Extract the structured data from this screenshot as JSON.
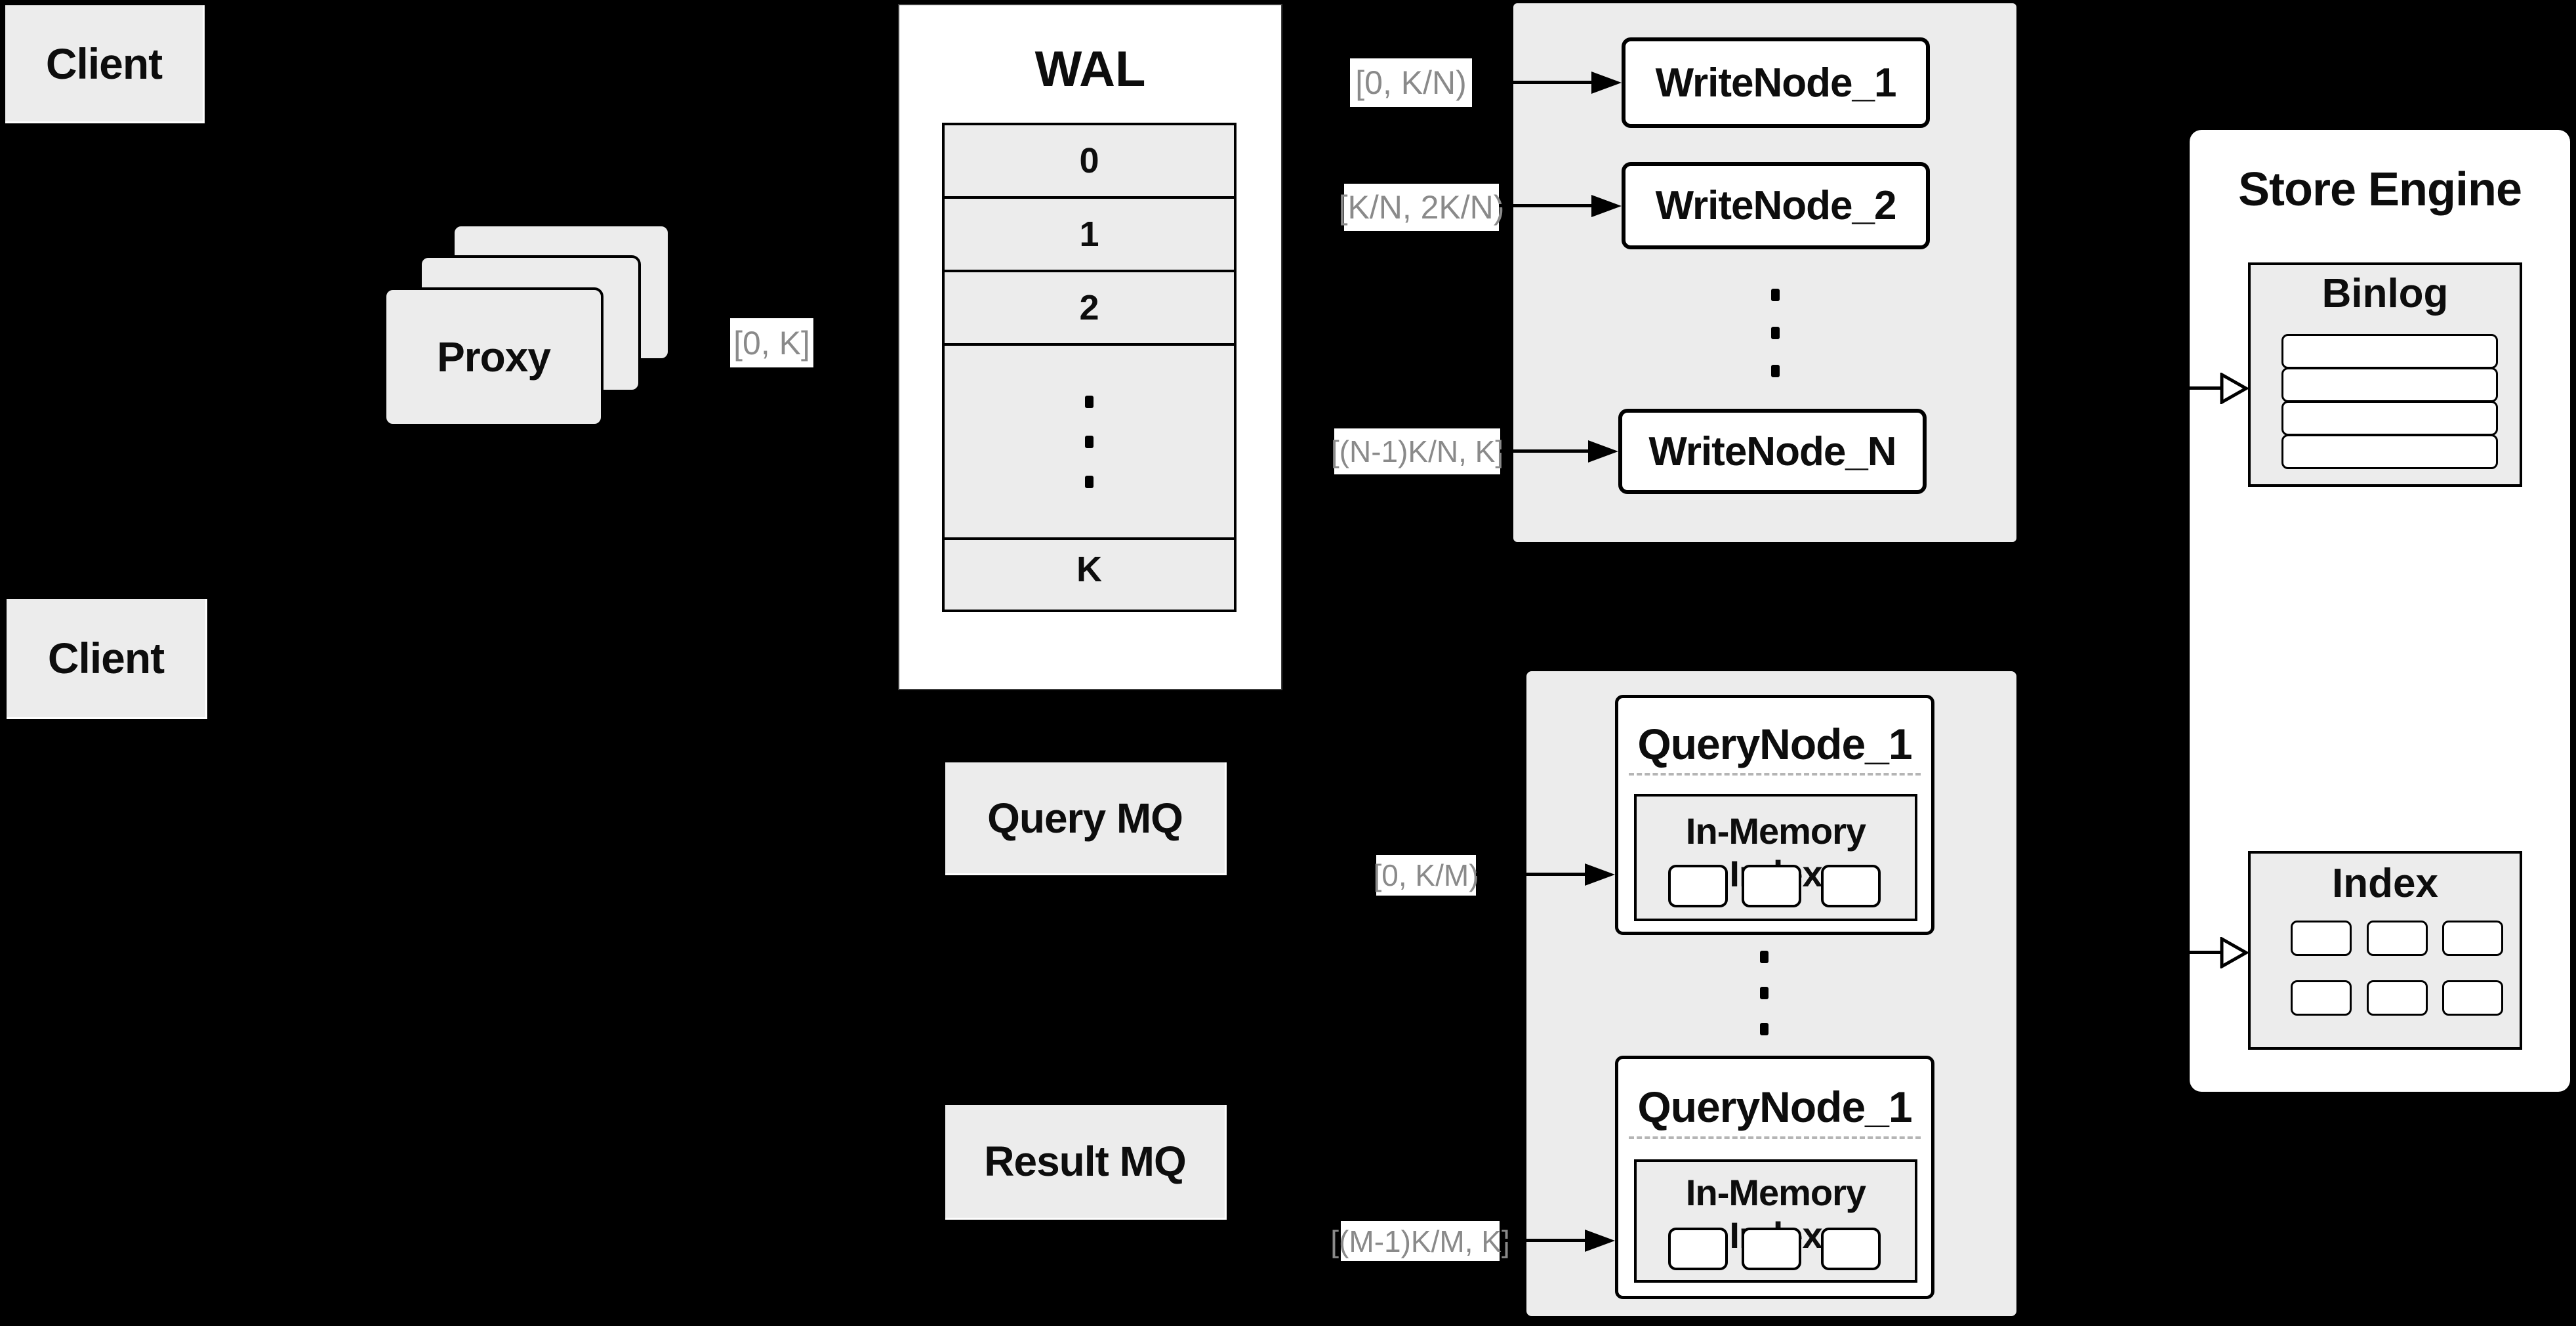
{
  "diagram": {
    "clients": {
      "top": "Client",
      "bottom": "Client"
    },
    "proxy": {
      "label": "Proxy"
    },
    "wal": {
      "title": "WAL",
      "row_labels": [
        "0",
        "1",
        "2"
      ],
      "bottom_label": "K"
    },
    "range_labels": {
      "proxy_to_wal": "[0, K]",
      "write_1": "[0,  K/N)",
      "write_2": "[K/N, 2K/N)",
      "write_n": "[(N-1)K/N,  K]",
      "query_1": "[0, K/M)",
      "query_m": "[(M-1)K/M, K]"
    },
    "write_nodes": {
      "node_1": "WriteNode_1",
      "node_2": "WriteNode_2",
      "node_n": "WriteNode_N"
    },
    "store_engine": {
      "title": "Store Engine",
      "binlog_title": "Binlog",
      "index_title": "Index"
    },
    "mq": {
      "query": "Query MQ",
      "result": "Result MQ"
    },
    "query_nodes": {
      "node_top": "QueryNode_1",
      "node_bottom": "QueryNode_1",
      "in_memory_label_top": "In-Memory Index",
      "in_memory_label_bottom": "In-Memory Index"
    },
    "colors": {
      "background": "#000000",
      "box_fill": "#ececec",
      "box_border": "#000000",
      "panel_white": "#ffffff",
      "label_text": "#8a8a8a",
      "dash_divider": "#b5b5b5"
    }
  }
}
